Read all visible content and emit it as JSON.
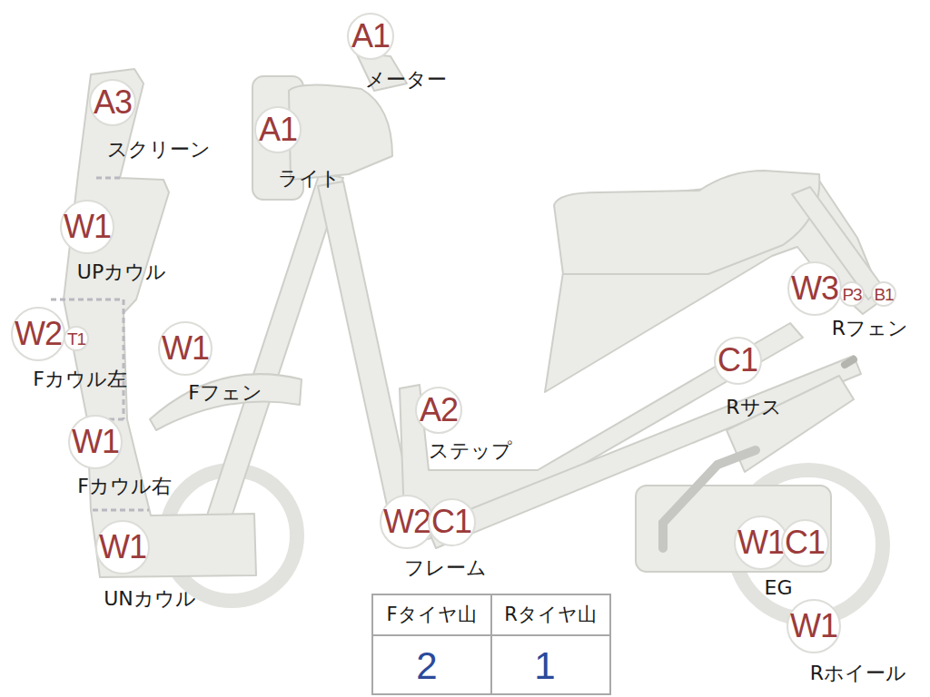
{
  "diagram": {
    "nodes": [
      {
        "text": [
          "A1"
        ]
      },
      {
        "text": [
          "A3"
        ]
      },
      {
        "text": [
          "A1"
        ]
      },
      {
        "text": [
          "W1"
        ]
      },
      {
        "text": [
          "W2"
        ]
      },
      {
        "text": [
          "T1"
        ]
      },
      {
        "text": [
          "W1"
        ]
      },
      {
        "text": [
          "A2"
        ]
      },
      {
        "text": [
          "W1"
        ]
      },
      {
        "text": [
          "W2"
        ]
      },
      {
        "text": [
          "C1"
        ]
      },
      {
        "text": [
          "W1"
        ]
      },
      {
        "text": [
          "W3"
        ]
      },
      {
        "text": [
          "P3"
        ]
      },
      {
        "text": [
          "B1"
        ]
      },
      {
        "text": [
          "C1"
        ]
      },
      {
        "text": [
          "W1"
        ]
      },
      {
        "text": [
          "C1"
        ]
      },
      {
        "text": [
          "W1"
        ]
      }
    ],
    "labels": [
      "メーター",
      "スクリーン",
      "ライト",
      "UPカウル",
      "Fカウル左",
      "Fフェン",
      "ステップ",
      "Fカウル右",
      "フレーム",
      "UNカウル",
      "Rフェン",
      "Rサス",
      "EG",
      "Rホイール",
      "Fタイヤ山",
      "Rタイヤ山",
      "2",
      "1"
    ]
  }
}
